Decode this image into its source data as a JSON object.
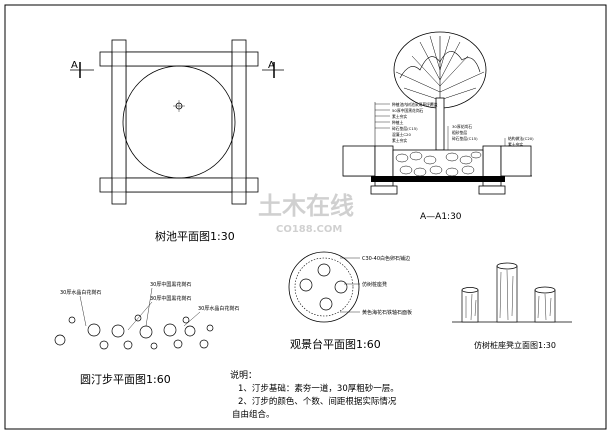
{
  "section_marks": {
    "left": "A",
    "right": "A"
  },
  "tree_pit_plan": {
    "title": "树池平面图1:30"
  },
  "section_a_a1": {
    "title": "A—A1:30",
    "callouts_left": [
      "种植池内树池采用草坪覆盖",
      "50厚中国黑花岗石",
      "素土夯实",
      "种植土",
      "碎石垫层(C15)",
      "混凝土C20",
      "素土夯实"
    ],
    "callouts_right": [
      "30厚花岗石",
      "粗砂垫层",
      "碎石垫层(C15)"
    ],
    "callouts_far_right": [
      "结构做法(C20)",
      "素土夯实"
    ]
  },
  "stepping_plan": {
    "title": "圆汀步平面图1:60",
    "labels": [
      "30厚水晶白花岗石",
      "30厚中国黑花岗石",
      "30厚中国黑花岗石",
      "30厚水晶白花岗石"
    ]
  },
  "viewing_deck": {
    "title": "观景台平面图1:60",
    "labels": [
      "C30-40白色卵石铺边",
      "仿树桩座凳",
      "黄色海花石铁轴石面板"
    ]
  },
  "stump_seat": {
    "title": "仿树桩座凳立面图1:30"
  },
  "notes": {
    "heading": "说明：",
    "lines": [
      "1、汀步基础：素夯一道，30厚粗砂一层。",
      "2、汀步的颜色、个数、间距根据实际情况",
      "自由组合。"
    ]
  },
  "watermark": {
    "main": "土木在线",
    "sub": "CO188.COM"
  }
}
